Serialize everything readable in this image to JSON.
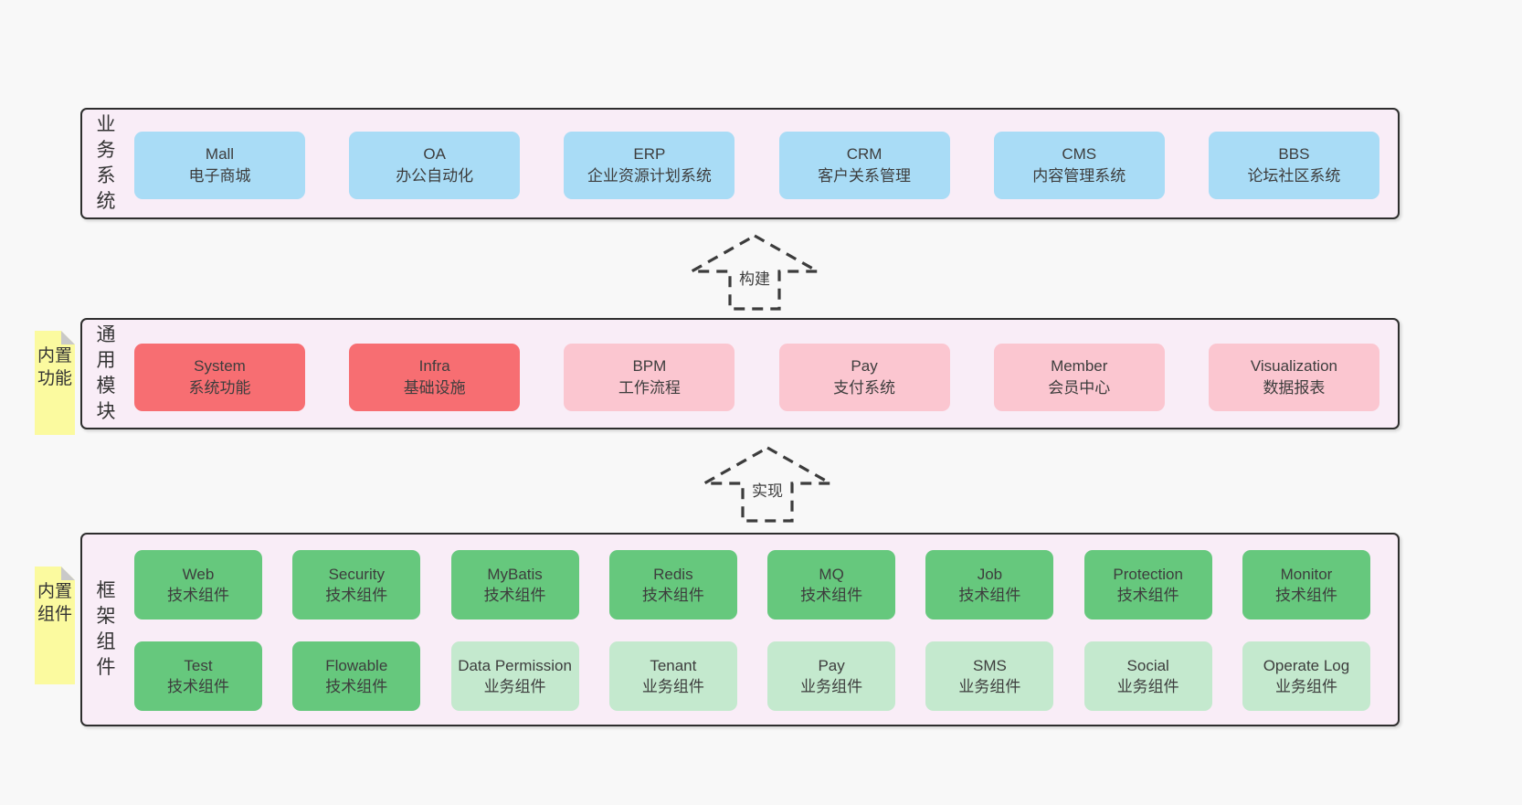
{
  "colors": {
    "bg": "#f8f8f8",
    "panel": "#f9edf7",
    "line": "#2e2e2e",
    "text": "#3d3d3d",
    "blue": "#a9dcf6",
    "red": "#f76e72",
    "pink": "#fbc6d0",
    "green": "#66c87d",
    "lightgreen": "#c4e9ce",
    "yellow": "#fbfa9f",
    "fold": "#c9c9c9"
  },
  "arrows": [
    {
      "label": "构建"
    },
    {
      "label": "实现"
    }
  ],
  "sections": [
    {
      "side_label": "业务系统",
      "boxes": [
        {
          "title": "Mall",
          "subtitle": "电子商城",
          "color": "blue"
        },
        {
          "title": "OA",
          "subtitle": "办公自动化",
          "color": "blue"
        },
        {
          "title": "ERP",
          "subtitle": "企业资源计划系统",
          "color": "blue"
        },
        {
          "title": "CRM",
          "subtitle": "客户关系管理",
          "color": "blue"
        },
        {
          "title": "CMS",
          "subtitle": "内容管理系统",
          "color": "blue"
        },
        {
          "title": "BBS",
          "subtitle": "论坛社区系统",
          "color": "blue"
        }
      ]
    },
    {
      "side_label": "通用模块",
      "note": "内置功能",
      "boxes": [
        {
          "title": "System",
          "subtitle": "系统功能",
          "color": "red"
        },
        {
          "title": "Infra",
          "subtitle": "基础设施",
          "color": "red"
        },
        {
          "title": "BPM",
          "subtitle": "工作流程",
          "color": "pink"
        },
        {
          "title": "Pay",
          "subtitle": "支付系统",
          "color": "pink"
        },
        {
          "title": "Member",
          "subtitle": "会员中心",
          "color": "pink"
        },
        {
          "title": "Visualization",
          "subtitle": "数据报表",
          "color": "pink"
        }
      ]
    },
    {
      "side_label": "框架组件",
      "note": "内置组件",
      "rows": [
        [
          {
            "title": "Web",
            "subtitle": "技术组件",
            "color": "green"
          },
          {
            "title": "Security",
            "subtitle": "技术组件",
            "color": "green"
          },
          {
            "title": "MyBatis",
            "subtitle": "技术组件",
            "color": "green"
          },
          {
            "title": "Redis",
            "subtitle": "技术组件",
            "color": "green"
          },
          {
            "title": "MQ",
            "subtitle": "技术组件",
            "color": "green"
          },
          {
            "title": "Job",
            "subtitle": "技术组件",
            "color": "green"
          },
          {
            "title": "Protection",
            "subtitle": "技术组件",
            "color": "green"
          },
          {
            "title": "Monitor",
            "subtitle": "技术组件",
            "color": "green"
          }
        ],
        [
          {
            "title": "Test",
            "subtitle": "技术组件",
            "color": "green"
          },
          {
            "title": "Flowable",
            "subtitle": "技术组件",
            "color": "green"
          },
          {
            "title": "Data Permission",
            "subtitle": "业务组件",
            "color": "lightgreen"
          },
          {
            "title": "Tenant",
            "subtitle": "业务组件",
            "color": "lightgreen"
          },
          {
            "title": "Pay",
            "subtitle": "业务组件",
            "color": "lightgreen"
          },
          {
            "title": "SMS",
            "subtitle": "业务组件",
            "color": "lightgreen"
          },
          {
            "title": "Social",
            "subtitle": "业务组件",
            "color": "lightgreen"
          },
          {
            "title": "Operate Log",
            "subtitle": "业务组件",
            "color": "lightgreen"
          }
        ]
      ]
    }
  ]
}
